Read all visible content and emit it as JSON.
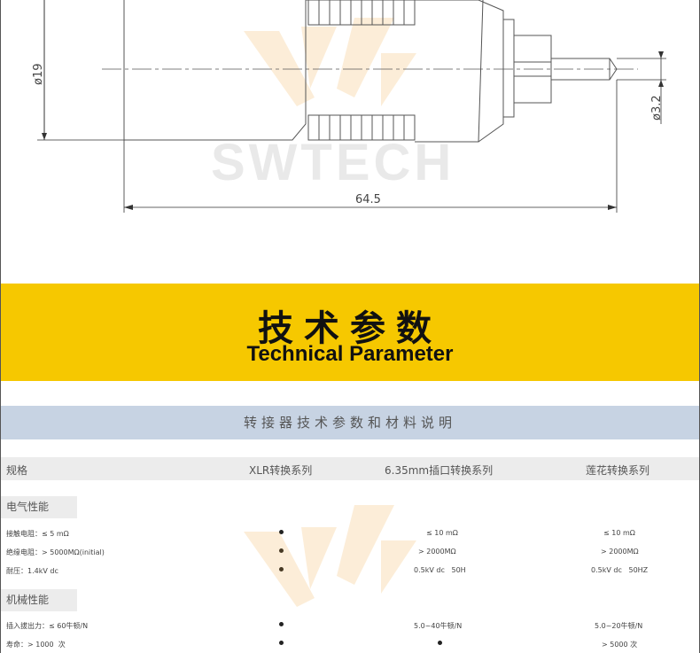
{
  "drawing": {
    "dim_diameter_left": "ø19",
    "dim_diameter_right": "ø3.2",
    "dim_length": "64.5",
    "watermark": "SWTECH"
  },
  "banner": {
    "title_cn": "技术参数",
    "title_en": "Technical Parameter"
  },
  "table": {
    "title": "转接器技术参数和材料说明",
    "headers": [
      "规格",
      "XLR转换系列",
      "6.35mm插口转换系列",
      "莲花转换系列"
    ],
    "sections": [
      {
        "name": "电气性能",
        "rows": [
          {
            "label": "接触电阻：≤ 5 mΩ",
            "col3": "≤ 10 mΩ",
            "col4": "≤ 10 mΩ"
          },
          {
            "label": "绝缘电阻：> 5000MΩ(initial)",
            "col3": "> 2000MΩ",
            "col4": "> 2000MΩ"
          },
          {
            "label": "耐压：1.4kV dc",
            "col3": "0.5kV dc   50H",
            "col4": "0.5kV dc   50HZ"
          }
        ]
      },
      {
        "name": "机械性能",
        "rows": [
          {
            "label": "插入拔出力：≤ 60牛顿/N",
            "col3": "5.0~40牛顿/N",
            "col4": "5.0~20牛顿/N"
          },
          {
            "label": "寿命：> 1000  次",
            "col3": "",
            "col4": "> 5000 次"
          }
        ]
      }
    ]
  }
}
